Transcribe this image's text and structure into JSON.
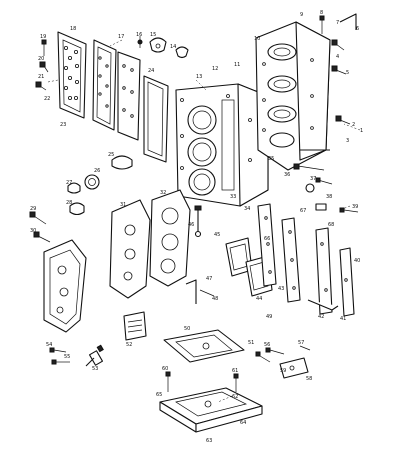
{
  "callouts": [
    {
      "id": "c1",
      "text": "1"
    },
    {
      "id": "c2",
      "text": "2"
    },
    {
      "id": "c3",
      "text": "3"
    },
    {
      "id": "c4",
      "text": "4"
    },
    {
      "id": "c5",
      "text": "5"
    },
    {
      "id": "c6",
      "text": "6"
    },
    {
      "id": "c7",
      "text": "7"
    },
    {
      "id": "c8",
      "text": "8"
    },
    {
      "id": "c9",
      "text": "9"
    },
    {
      "id": "c10",
      "text": "10"
    },
    {
      "id": "c11",
      "text": "11"
    },
    {
      "id": "c12",
      "text": "12"
    },
    {
      "id": "c13",
      "text": "13"
    },
    {
      "id": "c14",
      "text": "14"
    },
    {
      "id": "c15",
      "text": "15"
    },
    {
      "id": "c16",
      "text": "16"
    },
    {
      "id": "c17",
      "text": "17"
    },
    {
      "id": "c18",
      "text": "18"
    },
    {
      "id": "c19",
      "text": "19"
    },
    {
      "id": "c20",
      "text": "20"
    },
    {
      "id": "c21",
      "text": "21"
    },
    {
      "id": "c22",
      "text": "22"
    },
    {
      "id": "c23",
      "text": "23"
    },
    {
      "id": "c24",
      "text": "24"
    },
    {
      "id": "c25",
      "text": "25"
    },
    {
      "id": "c26",
      "text": "26"
    },
    {
      "id": "c27",
      "text": "27"
    },
    {
      "id": "c28",
      "text": "28"
    },
    {
      "id": "c29",
      "text": "29"
    },
    {
      "id": "c30",
      "text": "30"
    },
    {
      "id": "c31",
      "text": "31"
    },
    {
      "id": "c32",
      "text": "32"
    },
    {
      "id": "c33",
      "text": "33"
    },
    {
      "id": "c34",
      "text": "34"
    },
    {
      "id": "c35",
      "text": "35"
    },
    {
      "id": "c36",
      "text": "36"
    },
    {
      "id": "c37",
      "text": "37"
    },
    {
      "id": "c38",
      "text": "38"
    },
    {
      "id": "c39",
      "text": "39"
    },
    {
      "id": "c40",
      "text": "40"
    },
    {
      "id": "c41",
      "text": "41"
    },
    {
      "id": "c42",
      "text": "42"
    },
    {
      "id": "c43",
      "text": "43"
    },
    {
      "id": "c44",
      "text": "44"
    },
    {
      "id": "c45",
      "text": "45"
    },
    {
      "id": "c46",
      "text": "46"
    },
    {
      "id": "c47",
      "text": "47"
    },
    {
      "id": "c48",
      "text": "48"
    },
    {
      "id": "c49",
      "text": "49"
    },
    {
      "id": "c50",
      "text": "50"
    },
    {
      "id": "c51",
      "text": "51"
    },
    {
      "id": "c52",
      "text": "52"
    },
    {
      "id": "c53",
      "text": "53"
    },
    {
      "id": "c54",
      "text": "54"
    },
    {
      "id": "c55",
      "text": "55"
    },
    {
      "id": "c56",
      "text": "56"
    },
    {
      "id": "c57",
      "text": "57"
    },
    {
      "id": "c58",
      "text": "58"
    },
    {
      "id": "c59",
      "text": "59"
    },
    {
      "id": "c60",
      "text": "60"
    },
    {
      "id": "c61",
      "text": "61"
    },
    {
      "id": "c62",
      "text": "62"
    },
    {
      "id": "c63",
      "text": "63"
    },
    {
      "id": "c64",
      "text": "64"
    },
    {
      "id": "c65",
      "text": "65"
    },
    {
      "id": "c66",
      "text": "66"
    },
    {
      "id": "c67",
      "text": "67"
    },
    {
      "id": "c68",
      "text": "68"
    }
  ]
}
